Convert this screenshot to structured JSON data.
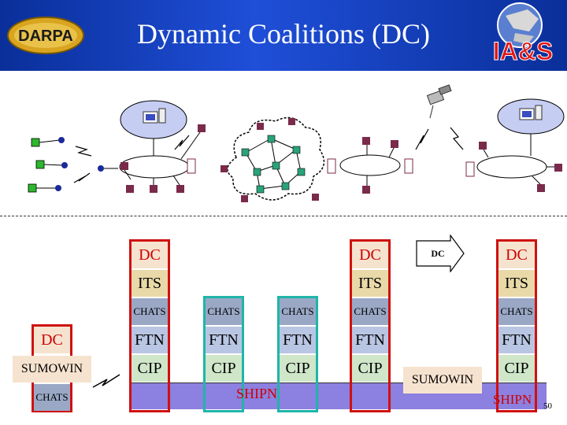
{
  "header": {
    "title": "Dynamic Coalitions (DC)",
    "left_logo_text": "DARPA",
    "right_logo_text": "IA&S"
  },
  "stack_labels": {
    "dc": "DC",
    "its": "ITS",
    "chats": "CHATS",
    "ftn": "FTN",
    "cip": "CIP",
    "sumowin": "SUMOWIN",
    "shipn": "SHIPN"
  },
  "arrow_label": "DC",
  "page_number": "50",
  "colors": {
    "header_blue": "#1f4fd8",
    "red_outline": "#d01010",
    "teal_outline": "#20b5a8",
    "shipn_bar": "#8c80e0",
    "dc_text": "#cc0000"
  },
  "icons": [
    "workstation-icon",
    "satellite-icon",
    "router-icon",
    "lightning-icon"
  ]
}
